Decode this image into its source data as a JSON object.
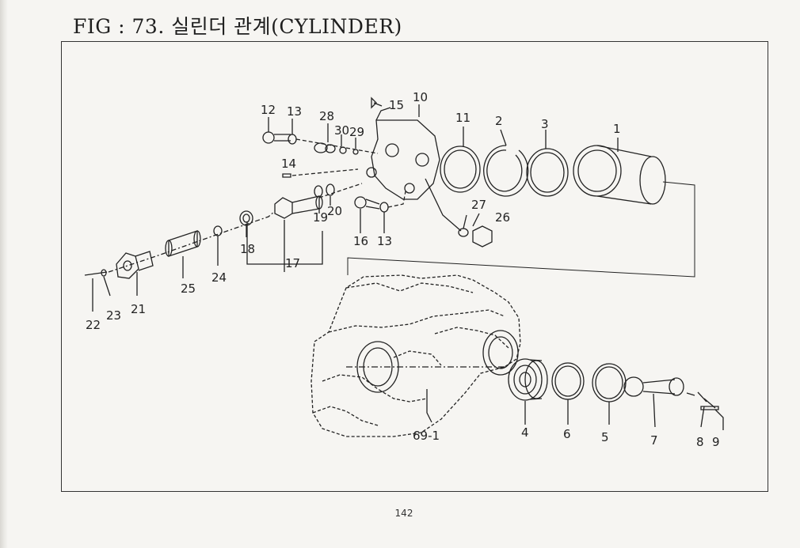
{
  "title": "FIG : 73. 실린더 관계(CYLINDER)",
  "page_number": "142",
  "part_labels": [
    {
      "id": "l-12",
      "text": "12"
    },
    {
      "id": "l-13a",
      "text": "13"
    },
    {
      "id": "l-28",
      "text": "28"
    },
    {
      "id": "l-30",
      "text": "30"
    },
    {
      "id": "l-29",
      "text": "29"
    },
    {
      "id": "l-15",
      "text": "15"
    },
    {
      "id": "l-10",
      "text": "10"
    },
    {
      "id": "l-11",
      "text": "11"
    },
    {
      "id": "l-2",
      "text": "2"
    },
    {
      "id": "l-3",
      "text": "3"
    },
    {
      "id": "l-1",
      "text": "1"
    },
    {
      "id": "l-14",
      "text": "14"
    },
    {
      "id": "l-19",
      "text": "19"
    },
    {
      "id": "l-20",
      "text": "20"
    },
    {
      "id": "l-16",
      "text": "16"
    },
    {
      "id": "l-13b",
      "text": "13"
    },
    {
      "id": "l-27",
      "text": "27"
    },
    {
      "id": "l-26",
      "text": "26"
    },
    {
      "id": "l-18",
      "text": "18"
    },
    {
      "id": "l-17",
      "text": "17"
    },
    {
      "id": "l-24",
      "text": "24"
    },
    {
      "id": "l-25",
      "text": "25"
    },
    {
      "id": "l-21",
      "text": "21"
    },
    {
      "id": "l-22",
      "text": "22"
    },
    {
      "id": "l-23",
      "text": "23"
    },
    {
      "id": "l-69-1",
      "text": "69-1"
    },
    {
      "id": "l-4",
      "text": "4"
    },
    {
      "id": "l-6",
      "text": "6"
    },
    {
      "id": "l-5",
      "text": "5"
    },
    {
      "id": "l-7",
      "text": "7"
    },
    {
      "id": "l-8",
      "text": "8"
    },
    {
      "id": "l-9",
      "text": "9"
    }
  ]
}
